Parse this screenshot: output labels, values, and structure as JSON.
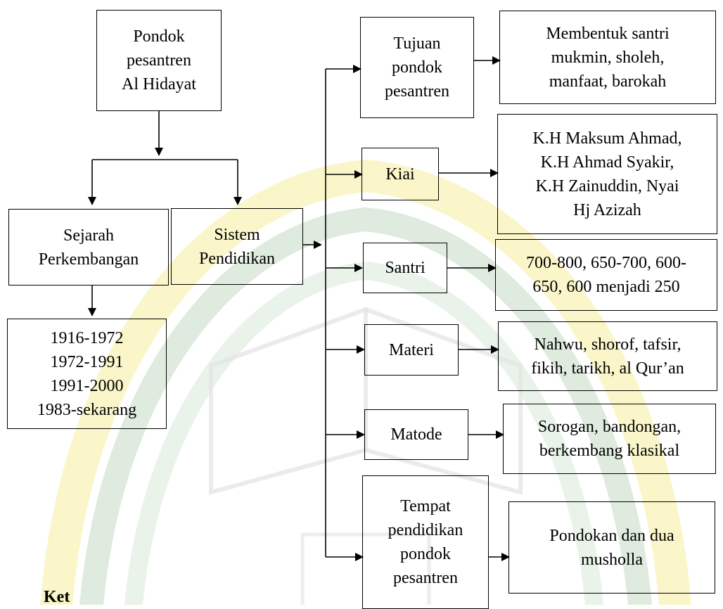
{
  "diagram": {
    "root": "Pondok\npesantren\nAl Hidayat",
    "sejarah": "Sejarah\nPerkembangan",
    "sistem": "Sistem\nPendidikan",
    "years": "1916-1972\n1972-1991\n1991-2000\n1983-sekarang",
    "tujuan": "Tujuan\npondok\npesantren",
    "tujuan_detail": "Membentuk santri\nmukmin, sholeh,\nmanfaat, barokah",
    "kiai": "Kiai",
    "kiai_detail": "K.H Maksum Ahmad,\nK.H Ahmad Syakir,\nK.H Zainuddin, Nyai\nHj Azizah",
    "santri": "Santri",
    "santri_detail": "700-800, 650-700, 600-\n650, 600 menjadi 250",
    "materi": "Materi",
    "materi_detail": "Nahwu, shorof, tafsir,\nfikih, tarikh, al Qur’an",
    "metode": "Matode",
    "metode_detail": "Sorogan, bandongan,\nberkembang klasikal",
    "tempat": "Tempat\npendidikan\npondok\npesantren",
    "tempat_detail": "Pondokan dan dua\nmusholla"
  },
  "footer": "Ket"
}
